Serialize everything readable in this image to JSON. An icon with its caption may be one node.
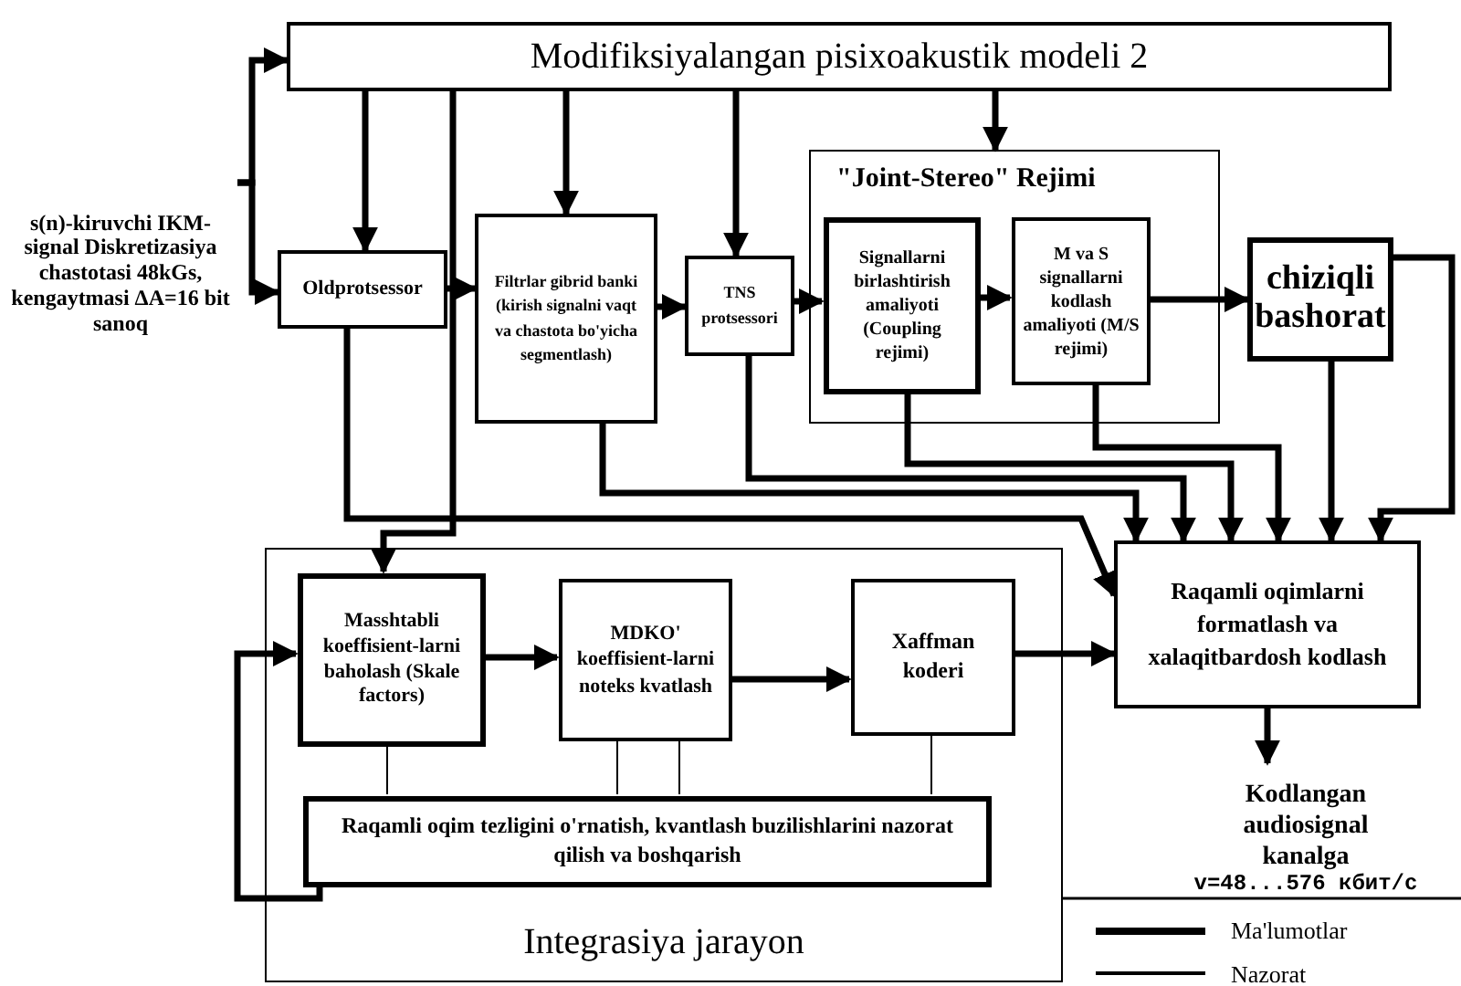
{
  "diagram": {
    "nodes": [
      {
        "text": [
          "Modifiksiyalangan pisixoakustik modeli 2"
        ]
      },
      {
        "text": [
          "s(n)-kiruvchi IKM-signal Diskretizasiya chastotasi 48kGs, kengaytmasi ΔA=16 bit sanoq"
        ]
      },
      {
        "text": [
          "Oldprotsessor"
        ]
      },
      {
        "text": [
          "Filtrlar gibrid banki (kirish signalni vaqt va chastota bo'yicha segmentlash)"
        ]
      },
      {
        "text": [
          "TNS protsessori"
        ]
      },
      {
        "text": [
          "\"Joint-Stereo\" Rejimi"
        ]
      },
      {
        "text": [
          "Signallarni birlashtirish amaliyoti (Coupling rejimi)"
        ],
        "in": 5
      },
      {
        "text": [
          "M va S signallarni kodlash amaliyoti (M/S rejimi)"
        ],
        "in": 5
      },
      {
        "text": [
          "chiziqli bashorat"
        ]
      },
      {
        "text": [
          "Integrasiya jarayon"
        ]
      },
      {
        "text": [
          "Masshtabli koeffisient-larni baholash (Skale factors)"
        ],
        "in": 9
      },
      {
        "text": [
          "MDKO' koeffisient-larni noteks kvatlash"
        ],
        "in": 9
      },
      {
        "text": [
          "Xaffman koderi"
        ],
        "in": 9
      },
      {
        "text": [
          "Raqamli oqim tezligini o'rnatish, kvantlash buzilishlarini nazorat qilish va boshqarish"
        ],
        "in": 9
      },
      {
        "text": [
          "Raqamli oqimlarni formatlash va xalaqitbardosh kodlash"
        ]
      },
      {
        "text": [
          "Kodlangan audiosignal kanalga",
          "v=48...576 кбит/с"
        ]
      }
    ],
    "edges": [
      {
        "from": 1,
        "to": 0,
        "arrow": "to"
      },
      {
        "from": 1,
        "to": 2,
        "arrow": "to"
      },
      {
        "from": 0,
        "to": 2,
        "arrow": "to"
      },
      {
        "from": 0,
        "to": 3,
        "arrow": "to"
      },
      {
        "from": 0,
        "to": 5,
        "arrow": "to"
      },
      {
        "from": 0,
        "to": 4,
        "arrow": "to"
      },
      {
        "from": 2,
        "to": 3,
        "arrow": "to"
      },
      {
        "from": 3,
        "to": 4,
        "arrow": "to"
      },
      {
        "from": 4,
        "to": 6,
        "arrow": "to"
      },
      {
        "from": 6,
        "to": 7,
        "arrow": "to"
      },
      {
        "from": 7,
        "to": 8,
        "arrow": "to"
      },
      {
        "from": 8,
        "to": 14,
        "arrow": "to"
      },
      {
        "from": 8,
        "to": 14,
        "arrow": "to"
      },
      {
        "from": 7,
        "to": 14,
        "arrow": "to"
      },
      {
        "from": 6,
        "to": 14,
        "arrow": "to"
      },
      {
        "from": 4,
        "to": 14,
        "arrow": "to"
      },
      {
        "from": 3,
        "to": 14,
        "arrow": "to"
      },
      {
        "from": 2,
        "to": 14,
        "arrow": "to"
      },
      {
        "from": 0,
        "to": 10,
        "arrow": "to"
      },
      {
        "from": 10,
        "to": 11,
        "arrow": "to"
      },
      {
        "from": 11,
        "to": 12,
        "arrow": "to"
      },
      {
        "from": 12,
        "to": 14,
        "arrow": "to"
      },
      {
        "from": 13,
        "to": 10,
        "arrow": "to"
      },
      {
        "from": 10,
        "to": 13,
        "arrow": "none"
      },
      {
        "from": 11,
        "to": 13,
        "arrow": "none"
      },
      {
        "from": 11,
        "to": 13,
        "arrow": "none"
      },
      {
        "from": 12,
        "to": 13,
        "arrow": "none"
      },
      {
        "from": 14,
        "to": 15,
        "arrow": "to"
      }
    ],
    "legend": [
      {
        "text": "Ma'lumotlar"
      },
      {
        "text": "Nazorat"
      }
    ]
  }
}
